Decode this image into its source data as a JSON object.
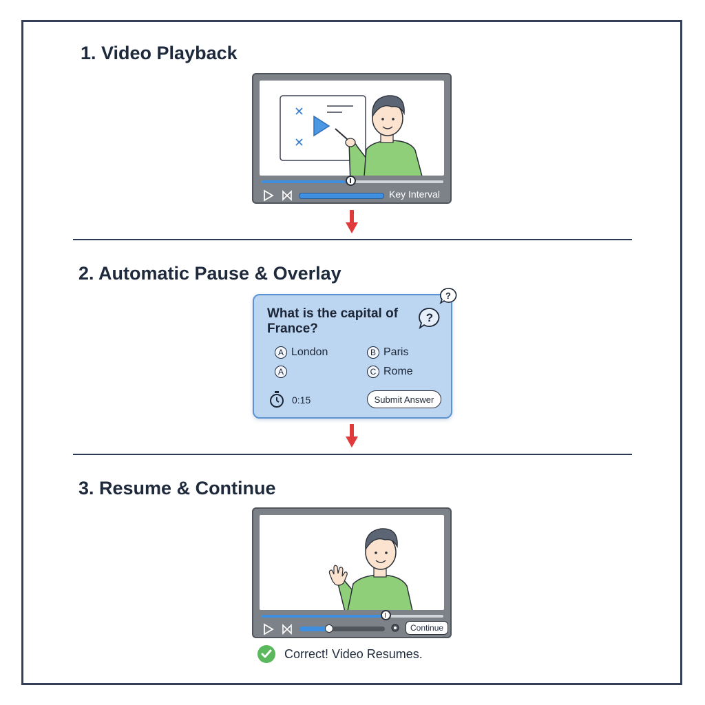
{
  "steps": [
    {
      "title": "1. Video Playback"
    },
    {
      "title": "2. Automatic Pause & Overlay"
    },
    {
      "title": "3. Resume & Continue"
    }
  ],
  "player1": {
    "key_label": "Key Interval",
    "progress": 0.49
  },
  "quiz": {
    "question": "What is the capital of France?",
    "options": [
      {
        "letter": "A",
        "text": "London"
      },
      {
        "letter": "B",
        "text": "Paris"
      },
      {
        "letter": "A",
        "text": ""
      },
      {
        "letter": "C",
        "text": "Rome"
      }
    ],
    "timer": "0:15",
    "submit_label": "Submit Answer",
    "question_icon": "speech-bubble-question-icon"
  },
  "player2": {
    "continue_label": "Continue",
    "progress": 0.68,
    "volume": 0.35
  },
  "result": {
    "text": "Correct! Video Resumes.",
    "icon": "check-circle-icon"
  },
  "colors": {
    "accent_blue": "#3f8fe0",
    "arrow_red": "#e03b3b",
    "person_shirt": "#8fcf7a",
    "check_green": "#5cb85c",
    "frame": "#34405a"
  }
}
